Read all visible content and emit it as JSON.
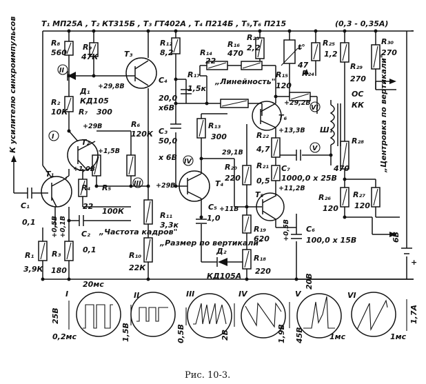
{
  "figure": {
    "header_transistors": "T₁ МП25А , T₂ КТ315Б , T₃ ГТ402А , T₄ П214Б , T₅,T₆ П215",
    "header_current": "(0,3 - 0,35А)",
    "caption": "Рис. 10-3."
  },
  "input_label": "К усилителю синхроимпульсов",
  "components": {
    "R8": "R₈",
    "R8_val": "560",
    "R9": "R₉",
    "R9_val": "47К",
    "T3": "T₃",
    "R12": "R₁₂",
    "R12_val": "8,2",
    "R14": "R₁₄",
    "R14_val": "22",
    "R16": "R₁₆",
    "R16_val": "470",
    "R23": "R₂₃",
    "R23_val": "2,2",
    "t_label": "t°",
    "R25": "R₂₅",
    "R25_val": "1,2",
    "R30": "R₃₀",
    "R30_val": "270",
    "R29": "R₂₉",
    "R29_val": "270",
    "D1": "Д₁",
    "D1_type": "КД105",
    "R2": "R₂",
    "R2_val": "10К",
    "R7": "R₇",
    "R7_val": "300",
    "T2": "T₂",
    "R6": "R₆",
    "R6_val": "120К",
    "T1": "T₁",
    "R4": "R₄",
    "R4_val": "22",
    "R5": "R₅",
    "R5_val": "100К",
    "C1": "C₁",
    "C1_val": "0,1",
    "C2": "C₂",
    "C2_val": "0,1",
    "R1": "R₁",
    "R1_val": "3,9К",
    "R3": "R₃",
    "R3_val": "180",
    "C4": "C₄",
    "C4_val": "20,0",
    "C4_volt": "х6В",
    "C3": "C₃",
    "C3_val": "50,0",
    "C3_volt": "х 6В",
    "R17": "R₁₇",
    "R17_val": "1,5к",
    "lin": "„Линейность\"",
    "R15": "R₁₅",
    "R15_val": "120",
    "R24": "R₂₄",
    "R24_val": "47",
    "R13": "R₁₃",
    "R13_val": "300",
    "T6": "T₆",
    "R22": "R₂₂",
    "R22_val": "4,7",
    "R21": "R₂₁",
    "R21_val": "0,5",
    "C7": "C₇",
    "C7_val": "1000,0 х 25В",
    "OS": "ОС",
    "KK": "КК",
    "Sh1": "Ш₁",
    "R28": "R₂₈",
    "R28_val": "470",
    "center": "„Центровка по вертикали\"",
    "T4": "T₄",
    "R20": "R₂₀",
    "R20_val": "220",
    "T5": "T₅",
    "R26": "R₂₆",
    "R26_val": "120",
    "R27": "R₂₇",
    "R27_val": "120",
    "C5": "C₅",
    "C5_val": "1,0",
    "R11": "R₁₁",
    "R11_val": "3,3к",
    "R10": "R₁₀",
    "R10_val": "22К",
    "freq": "„Частота кадров\"",
    "size": "„Размер по вертикали\"",
    "D2": "Д₂",
    "D2_type": "КД105А",
    "R19": "R₁₉",
    "R19_val": "620",
    "R18": "R₁₈",
    "R18_val": "220",
    "C6": "C₆",
    "C6_val": "100,0 х 15В",
    "supply_6v": "6В",
    "plus": "+",
    "minus": "-"
  },
  "voltages": {
    "v1": "+29,8В",
    "v2": "+29В",
    "v3": "+1,5В",
    "v4": "+1,0В",
    "v5": "+0,5В",
    "v6": "+0,1В",
    "v7": "+29В",
    "v8": "29,1В",
    "v9": "+29,2В",
    "v10": "+13,3В",
    "v11": "+11В",
    "v12": "+11,2В",
    "v13": "+0,5В"
  },
  "points": {
    "p1": "I",
    "p2": "II",
    "p3": "III",
    "p4": "IV",
    "p5": "V",
    "p6": "VI"
  },
  "waveforms": {
    "w1_label": "I",
    "w1_top": "20мс",
    "w1_amp": "25В",
    "w1_bot": "0,2мс",
    "w2_label": "II",
    "w2_amp": "1,5В",
    "w3_label": "III",
    "w3_amp": "0,5В",
    "w4_label": "IV",
    "w4_amp": "2В",
    "w5_label": "V",
    "w5_top": "20В",
    "w5_amp": "1,9В",
    "w5_amp2": "45В",
    "w5_bot": "1мс",
    "w6_label": "VI",
    "w6_amp": "1,7А",
    "w6_bot": "1мс"
  }
}
